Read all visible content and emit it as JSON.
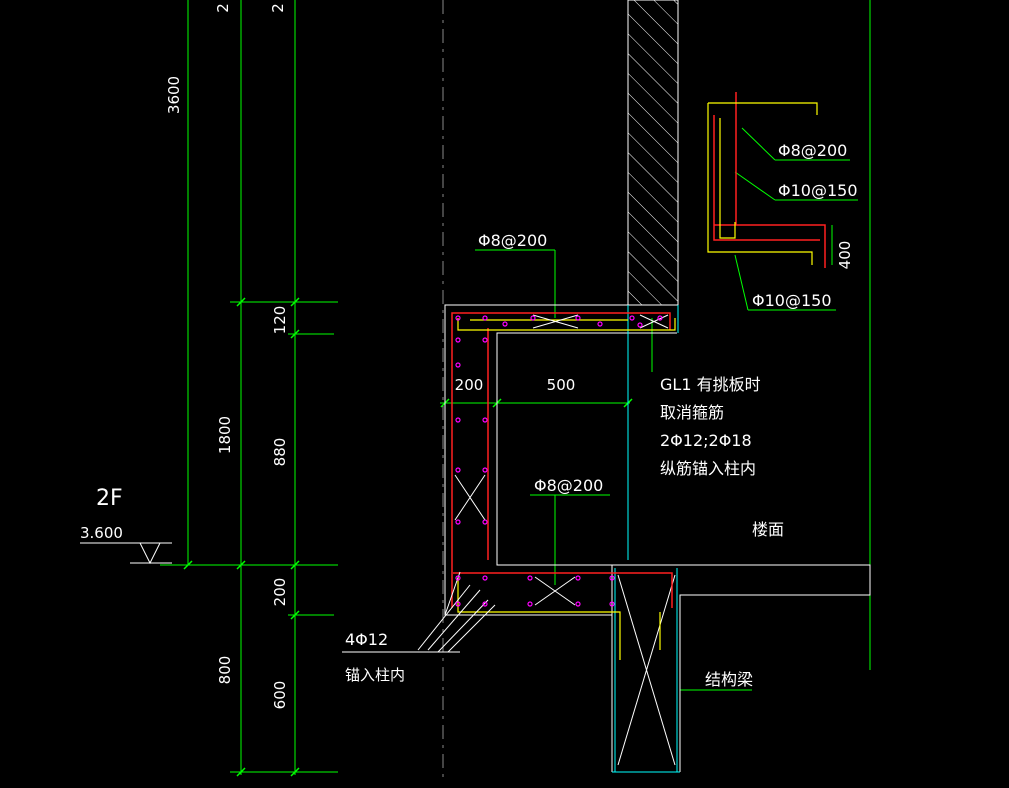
{
  "dimensions": {
    "top_left_cut": "2",
    "top_left_cut2": "2",
    "d3600": "3600",
    "d1800": "1800",
    "d800": "800",
    "d120": "120",
    "d880": "880",
    "d200v": "200",
    "d600": "600",
    "d200h": "200",
    "d500": "500",
    "d400": "400"
  },
  "rebar": {
    "top_slab": "Φ8@200",
    "bottom_slab": "Φ8@200",
    "detail_1": "Φ8@200",
    "detail_2": "Φ10@150",
    "detail_3": "Φ10@150",
    "long_bars": "4Φ12",
    "long_bars_note": "锚入柱内"
  },
  "notes": {
    "gl1_line1": "GL1 有挑板时",
    "gl1_line2": "取消箍筋",
    "gl1_line3": "2Φ12;2Φ18",
    "gl1_line4": "纵筋锚入柱内"
  },
  "level": {
    "floor_name": "2F",
    "elevation": "3.600"
  },
  "labels": {
    "floor": "楼面",
    "beam": "结构梁"
  },
  "colors": {
    "dim_line": "#00ff00",
    "outline": "#ffffff",
    "rebar": "#ff2020",
    "stirrup": "#ffff00",
    "dots": "#ff00ff",
    "cyan": "#00ffff"
  }
}
